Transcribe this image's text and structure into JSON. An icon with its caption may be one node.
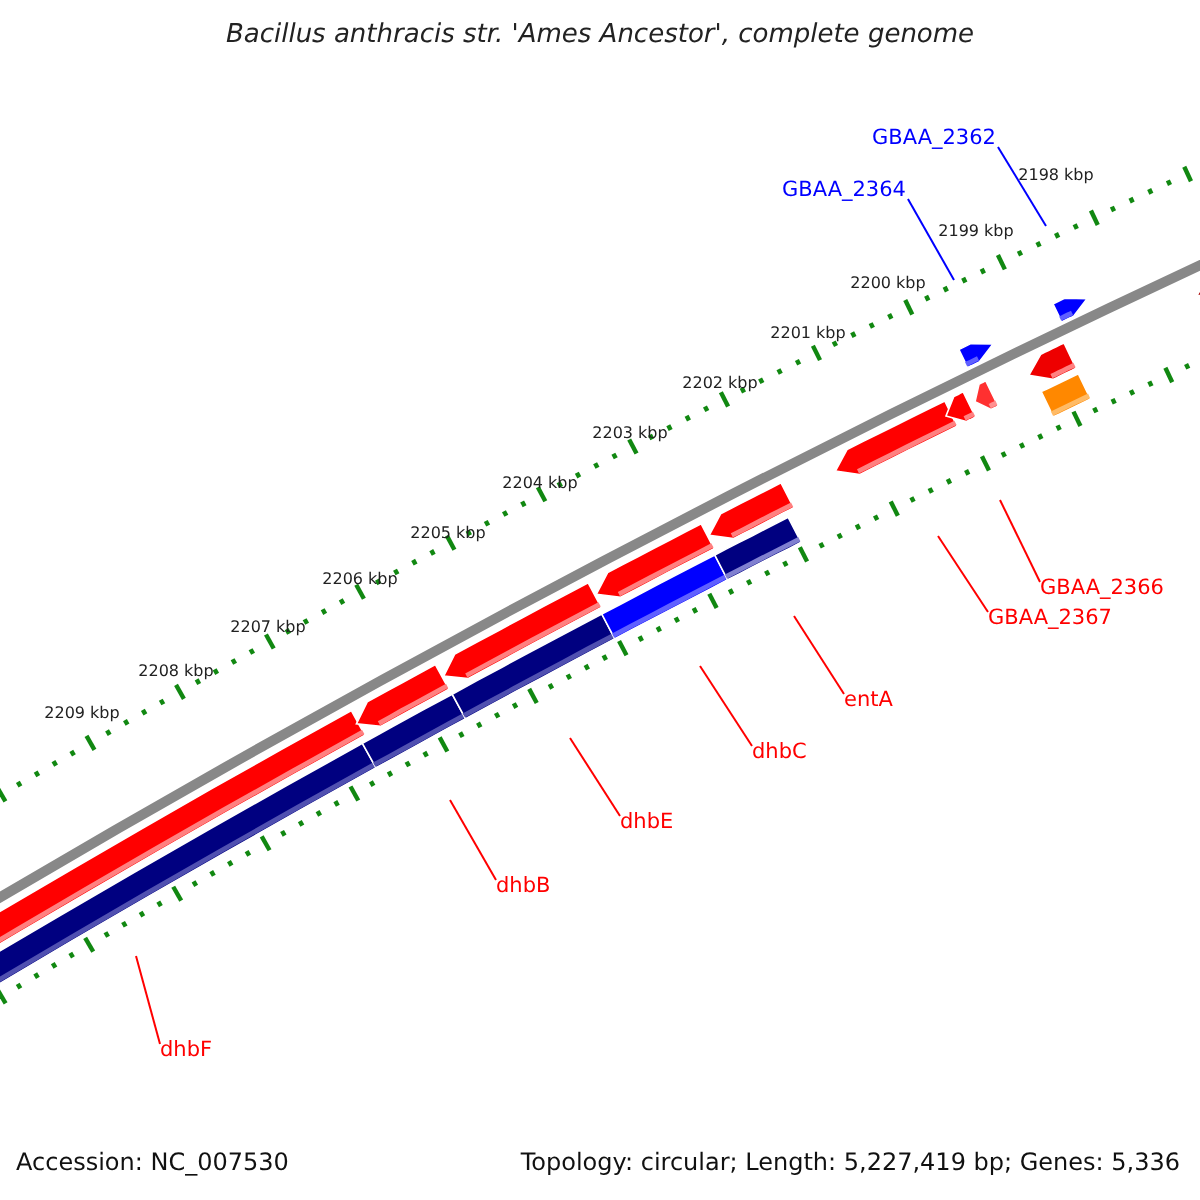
{
  "diagram": {
    "title": "Bacillus anthracis str. 'Ames Ancestor', complete genome",
    "nodes": [
      {
        "text": [
          "GBAA_2362"
        ]
      },
      {
        "text": [
          "GBAA_2364"
        ]
      },
      {
        "text": [
          "GBAA_2366"
        ]
      },
      {
        "text": [
          "GBAA_2367"
        ]
      },
      {
        "text": [
          "entA"
        ]
      },
      {
        "text": [
          "dhbC"
        ]
      },
      {
        "text": [
          "dhbE"
        ]
      },
      {
        "text": [
          "dhbB"
        ]
      },
      {
        "text": [
          "dhbF"
        ]
      }
    ],
    "edges": [
      {
        "from": 0,
        "to": null,
        "arrow": "none",
        "color": "#0000ff"
      },
      {
        "from": 1,
        "to": null,
        "arrow": "none",
        "color": "#0000ff"
      },
      {
        "from": 2,
        "to": null,
        "arrow": "none"
      },
      {
        "from": 3,
        "to": null,
        "arrow": "none"
      },
      {
        "from": 4,
        "to": null,
        "arrow": "none"
      },
      {
        "from": 5,
        "to": null,
        "arrow": "none"
      },
      {
        "from": 6,
        "to": null,
        "arrow": "none"
      },
      {
        "from": 7,
        "to": null,
        "arrow": "none"
      },
      {
        "from": 8,
        "to": null,
        "arrow": "none"
      }
    ],
    "labels": [
      "2198 kbp",
      "2199 kbp",
      "2200 kbp",
      "2201 kbp",
      "2202 kbp",
      "2203 kbp",
      "2204 kbp",
      "2205 kbp",
      "2206 kbp",
      "2207 kbp",
      "2208 kbp",
      "2209 kbp",
      "Accession: NC_007530",
      "Topology: circular; Length: 5,227,419 bp; Genes: 5,336"
    ]
  }
}
